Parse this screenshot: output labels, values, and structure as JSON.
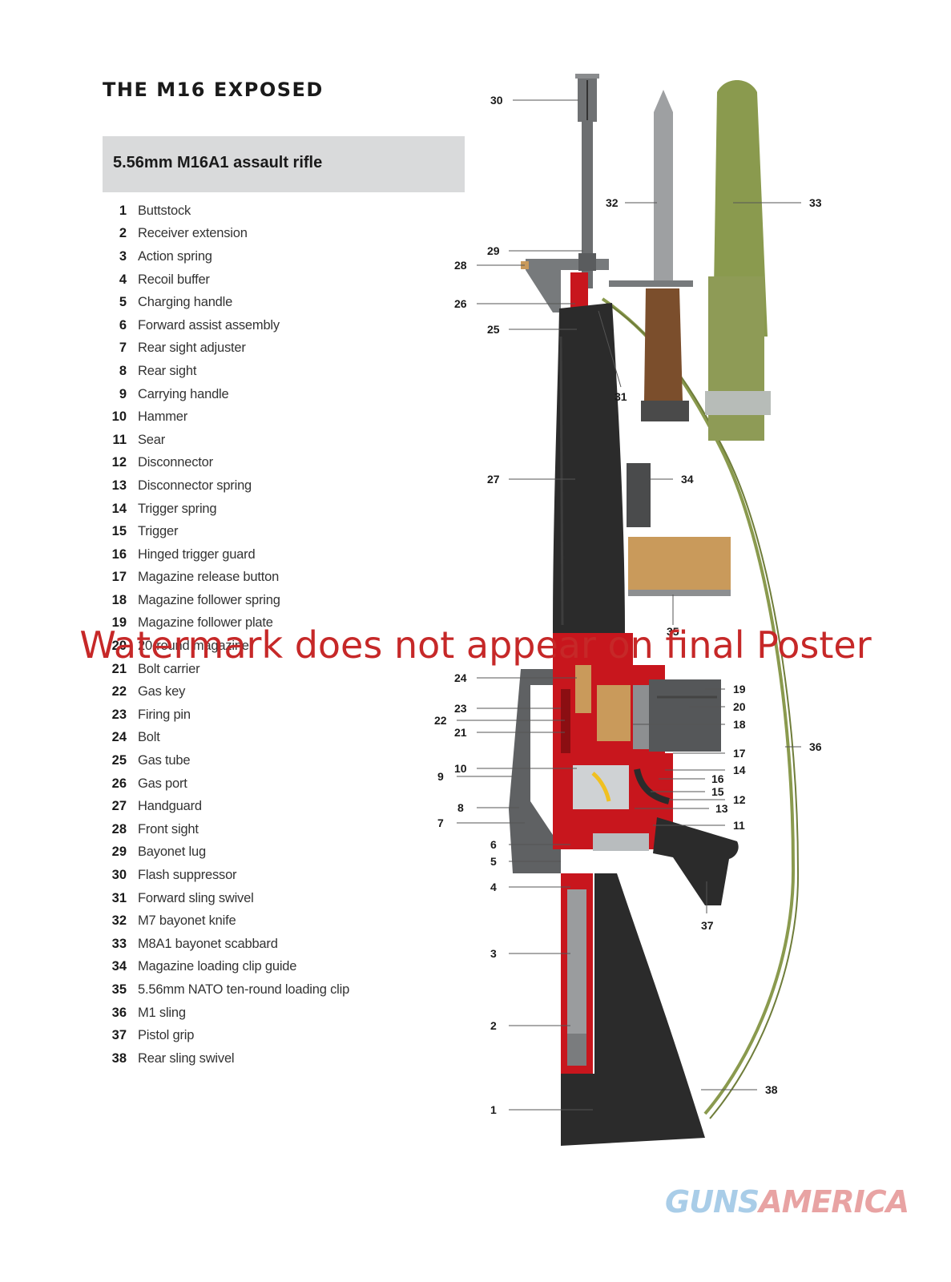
{
  "title": "THE M16 EXPOSED",
  "subtitle": "5.56mm M16A1 assault rifle",
  "parts": [
    {
      "num": "1",
      "label": "Buttstock"
    },
    {
      "num": "2",
      "label": "Receiver extension"
    },
    {
      "num": "3",
      "label": "Action spring"
    },
    {
      "num": "4",
      "label": "Recoil buffer"
    },
    {
      "num": "5",
      "label": "Charging handle"
    },
    {
      "num": "6",
      "label": "Forward assist assembly"
    },
    {
      "num": "7",
      "label": "Rear sight adjuster"
    },
    {
      "num": "8",
      "label": "Rear sight"
    },
    {
      "num": "9",
      "label": "Carrying handle"
    },
    {
      "num": "10",
      "label": "Hammer"
    },
    {
      "num": "11",
      "label": "Sear"
    },
    {
      "num": "12",
      "label": "Disconnector"
    },
    {
      "num": "13",
      "label": "Disconnector spring"
    },
    {
      "num": "14",
      "label": "Trigger spring"
    },
    {
      "num": "15",
      "label": "Trigger"
    },
    {
      "num": "16",
      "label": "Hinged trigger guard"
    },
    {
      "num": "17",
      "label": "Magazine release button"
    },
    {
      "num": "18",
      "label": "Magazine follower spring"
    },
    {
      "num": "19",
      "label": "Magazine follower plate"
    },
    {
      "num": "20",
      "label": "20-round magazine"
    },
    {
      "num": "21",
      "label": "Bolt carrier"
    },
    {
      "num": "22",
      "label": "Gas key"
    },
    {
      "num": "23",
      "label": "Firing pin"
    },
    {
      "num": "24",
      "label": "Bolt"
    },
    {
      "num": "25",
      "label": "Gas tube"
    },
    {
      "num": "26",
      "label": "Gas port"
    },
    {
      "num": "27",
      "label": "Handguard"
    },
    {
      "num": "28",
      "label": "Front sight"
    },
    {
      "num": "29",
      "label": "Bayonet lug"
    },
    {
      "num": "30",
      "label": "Flash suppressor"
    },
    {
      "num": "31",
      "label": "Forward sling swivel"
    },
    {
      "num": "32",
      "label": "M7 bayonet knife"
    },
    {
      "num": "33",
      "label": "M8A1 bayonet scabbard"
    },
    {
      "num": "34",
      "label": "Magazine loading clip guide"
    },
    {
      "num": "35",
      "label": "5.56mm NATO ten-round loading clip"
    },
    {
      "num": "36",
      "label": "M1 sling"
    },
    {
      "num": "37",
      "label": "Pistol grip"
    },
    {
      "num": "38",
      "label": "Rear sling swivel"
    }
  ],
  "watermark": "Watermark does not appear on final Poster",
  "logo": {
    "part1": "GUNS",
    "part2": "AMERICA"
  },
  "colors": {
    "cutaway_red": "#c8161d",
    "rifle_black": "#2b2b2b",
    "rifle_grey": "#5f6163",
    "brass": "#c99a5b",
    "olive": "#8a9a4e",
    "watermark_red": "#c62828"
  }
}
